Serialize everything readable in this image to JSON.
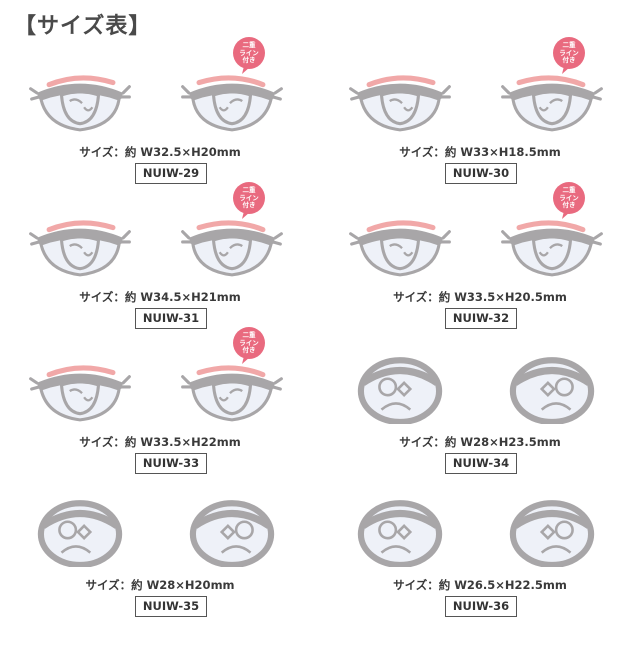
{
  "page_title": "【サイズ表】",
  "badge_text": "二重\nライン\n付き",
  "items": [
    {
      "code": "NUIW-29",
      "size": "サイズ：約 W32.5×H20mm",
      "badge": true
    },
    {
      "code": "NUIW-30",
      "size": "サイズ：約 W33×H18.5mm",
      "badge": true
    },
    {
      "code": "NUIW-31",
      "size": "サイズ：約 W34.5×H21mm",
      "badge": true
    },
    {
      "code": "NUIW-32",
      "size": "サイズ：約 W33.5×H20.5mm",
      "badge": true
    },
    {
      "code": "NUIW-33",
      "size": "サイズ：約 W33.5×H22mm",
      "badge": true
    },
    {
      "code": "NUIW-34",
      "size": "サイズ：約 W28×H23.5mm",
      "badge": false
    },
    {
      "code": "NUIW-35",
      "size": "サイズ：約 W28×H20mm",
      "badge": false
    },
    {
      "code": "NUIW-36",
      "size": "サイズ：約 W26.5×H22.5mm",
      "badge": false
    }
  ],
  "colors": {
    "patch_gray": "#a8a6a8",
    "patch_fill": "#eef1f8",
    "lash_pink": "#f1a8a8",
    "badge_pink": "#e96a7f"
  }
}
